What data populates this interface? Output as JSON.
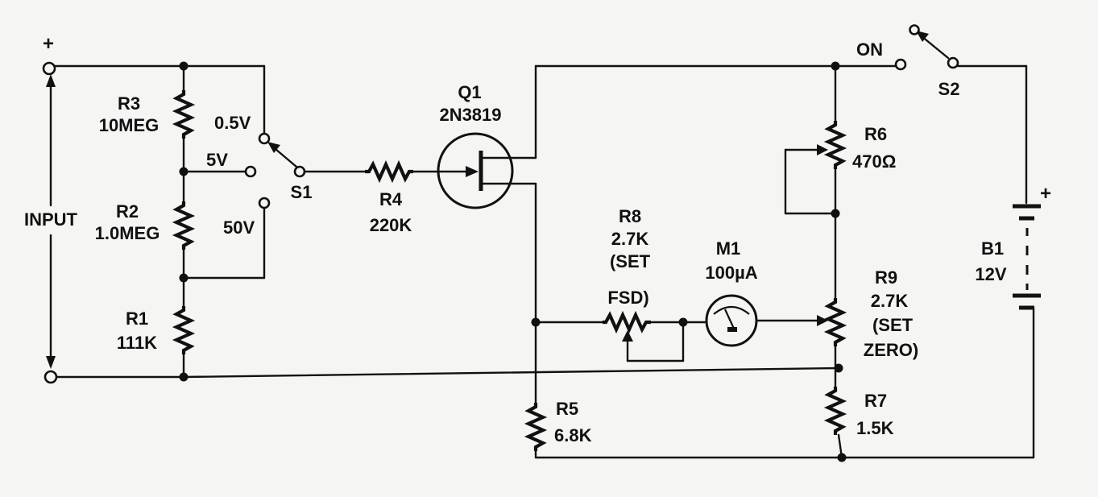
{
  "components": {
    "input": {
      "label": "INPUT",
      "plus": "+"
    },
    "r3": {
      "ref": "R3",
      "value": "10MEG"
    },
    "r2": {
      "ref": "R2",
      "value": "1.0MEG"
    },
    "r1": {
      "ref": "R1",
      "value": "111K"
    },
    "s1": {
      "ref": "S1",
      "pos1": "0.5V",
      "pos2": "5V",
      "pos3": "50V"
    },
    "r4": {
      "ref": "R4",
      "value": "220K"
    },
    "q1": {
      "ref": "Q1",
      "part": "2N3819"
    },
    "r8": {
      "ref": "R8",
      "value": "2.7K",
      "note1": "(SET",
      "note2": "FSD)"
    },
    "m1": {
      "ref": "M1",
      "value": "100µA"
    },
    "r5": {
      "ref": "R5",
      "value": "6.8K"
    },
    "r6": {
      "ref": "R6",
      "value": "470Ω"
    },
    "r9": {
      "ref": "R9",
      "value": "2.7K",
      "note1": "(SET",
      "note2": "ZERO)"
    },
    "r7": {
      "ref": "R7",
      "value": "1.5K"
    },
    "s2": {
      "ref": "S2",
      "on": "ON"
    },
    "b1": {
      "ref": "B1",
      "value": "12V",
      "plus": "+"
    }
  }
}
